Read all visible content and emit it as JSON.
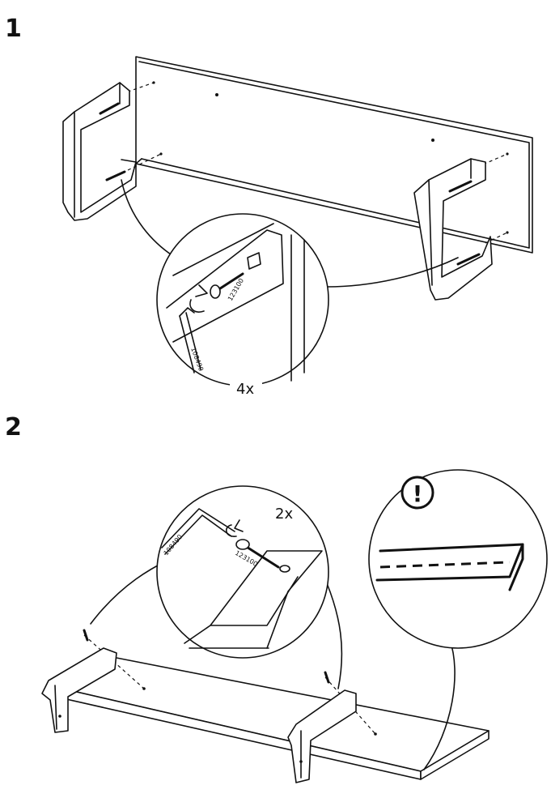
{
  "steps": [
    {
      "number": "1",
      "callout_count": "4x",
      "part_bolt": "123100",
      "part_key": "108490"
    },
    {
      "number": "2",
      "callout_count": "2x",
      "part_bolt": "123100",
      "part_key": "108490"
    }
  ],
  "warning": {
    "symbol": "!"
  },
  "icons": [
    "exclamation-warning-icon",
    "screw-icon",
    "allen-key-icon",
    "rotate-arrow-icon"
  ]
}
